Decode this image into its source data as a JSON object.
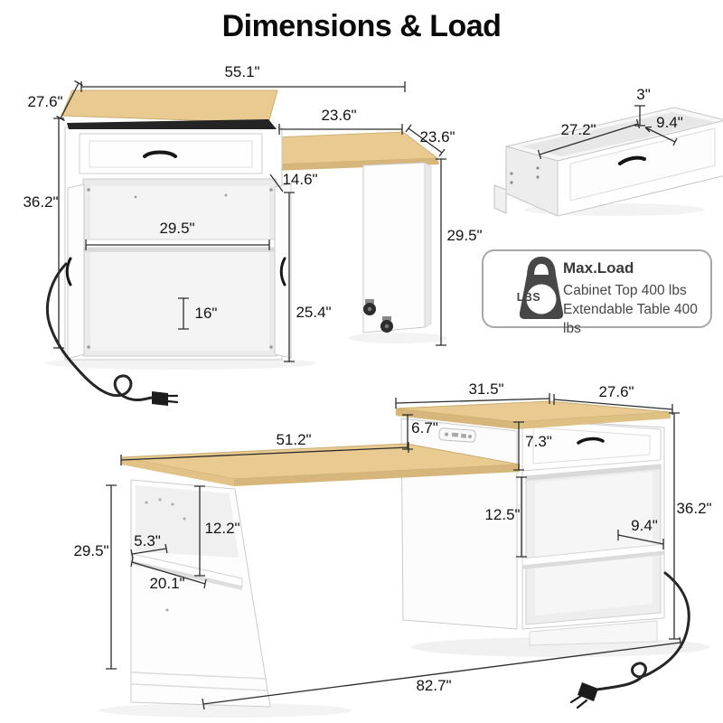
{
  "title": "Dimensions & Load",
  "top_diagram": {
    "total_width": "55.1\"",
    "depth": "27.6\"",
    "cabinet_height": "36.2\"",
    "table_width": "23.6\"",
    "table_depth": "23.6\"",
    "door_width": "14.6\"",
    "shelf_width": "29.5\"",
    "bottom_section_height": "16\"",
    "door_height": "25.4\"",
    "table_height": "29.5\""
  },
  "drawer_detail": {
    "height": "3\"",
    "width": "27.2\"",
    "depth": "9.4\""
  },
  "max_load": {
    "icon_label": "LBS",
    "title": "Max.Load",
    "line1": "Cabinet Top 400 lbs",
    "line2": "Extendable Table 400 lbs"
  },
  "bottom_diagram": {
    "cabinet_top_width": "31.5\"",
    "cabinet_top_depth": "27.6\"",
    "top_offset": "6.7\"",
    "drawer_height": "7.3\"",
    "desk_width": "51.2\"",
    "under_desk_clearance": "12.2\"",
    "side_shelf_depth": "5.3\"",
    "desk_height": "29.5\"",
    "side_shelf_width": "20.1\"",
    "cubby_height": "12.5\"",
    "cubby_shelf_depth": "9.4\"",
    "cabinet_height": "36.2\"",
    "total_width": "82.7\""
  },
  "colors": {
    "wood": "#e9cb92",
    "wood_edge": "#d7b67b",
    "dim_line": "#2d2d2d",
    "badge_border": "#a8a8a8",
    "badge_icon": "#474747"
  }
}
